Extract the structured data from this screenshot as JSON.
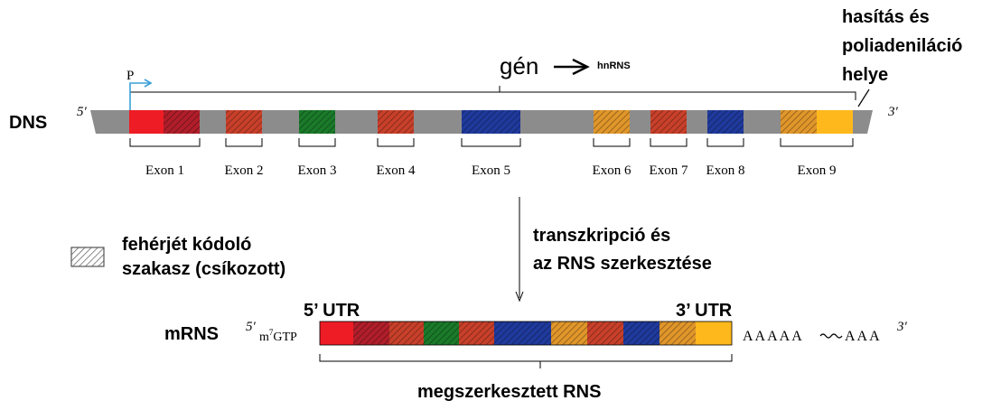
{
  "labels": {
    "gene": "gén",
    "hnrna": "hnRNS",
    "cleavage_line1": "hasítás és",
    "cleavage_line2": "poliadeniláció",
    "cleavage_line3": "helye",
    "promoter": "P",
    "dna": "DNS",
    "five_prime": "5′",
    "three_prime": "3′",
    "process_line1": "transzkripció és",
    "process_line2": "az RNS szerkesztése",
    "legend_line1": "fehérjét kódoló",
    "legend_line2": "szakasz (csíkozott)",
    "utr5": "5’ UTR",
    "utr3": "3’ UTR",
    "mrna": "mRNS",
    "cap": "m7GTP",
    "polya_left": "AAAAA",
    "polya_right": "AAA",
    "edited_rna": "megszerkesztett RNS"
  },
  "exons": [
    {
      "label": "Exon 1",
      "colors": [
        "#ee1c25",
        "#b01e2a"
      ]
    },
    {
      "label": "Exon 2",
      "colors": [
        "#c8402a"
      ]
    },
    {
      "label": "Exon 3",
      "colors": [
        "#1a7a2a"
      ]
    },
    {
      "label": "Exon 4",
      "colors": [
        "#c8402a"
      ]
    },
    {
      "label": "Exon 5",
      "colors": [
        "#1f3a9c"
      ]
    },
    {
      "label": "Exon 6",
      "colors": [
        "#e0962a"
      ]
    },
    {
      "label": "Exon 7",
      "colors": [
        "#c8402a"
      ]
    },
    {
      "label": "Exon 8",
      "colors": [
        "#1f3a9c"
      ]
    },
    {
      "label": "Exon 9",
      "colors": [
        "#e0962a",
        "#ffb81c"
      ]
    }
  ],
  "colors": {
    "dna_backbone": "#8c8c8c",
    "promoter_arrow": "#3aa0d8",
    "solid_red": "#ee1c25",
    "solid_yellow": "#ffb81c"
  }
}
